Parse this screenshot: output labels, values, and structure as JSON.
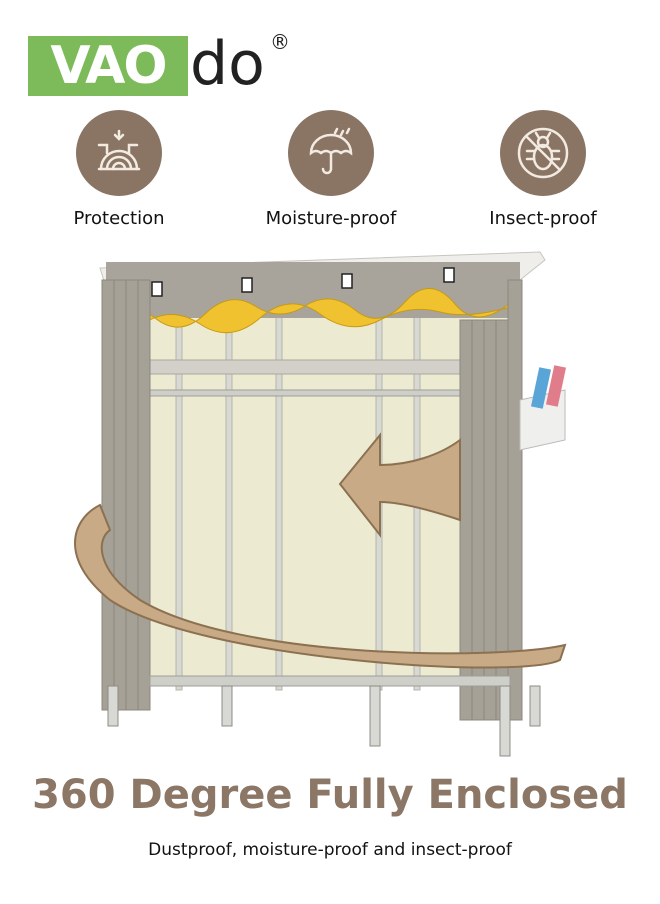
{
  "brand": {
    "logo_box_text": "VAO",
    "logo_tail_text": "do",
    "registered_mark": "®"
  },
  "features": [
    {
      "label": "Protection",
      "icon": "protection-icon"
    },
    {
      "label": "Moisture-proof",
      "icon": "umbrella-icon"
    },
    {
      "label": "Insect-proof",
      "icon": "no-insect-icon"
    }
  ],
  "headline": "360 Degree Fully Enclosed",
  "subline": "Dustproof, moisture-proof and insect-proof",
  "colors": {
    "brand_green": "#7cba5a",
    "accent_brown": "#8c7766",
    "icon_bg": "#8a7565"
  }
}
